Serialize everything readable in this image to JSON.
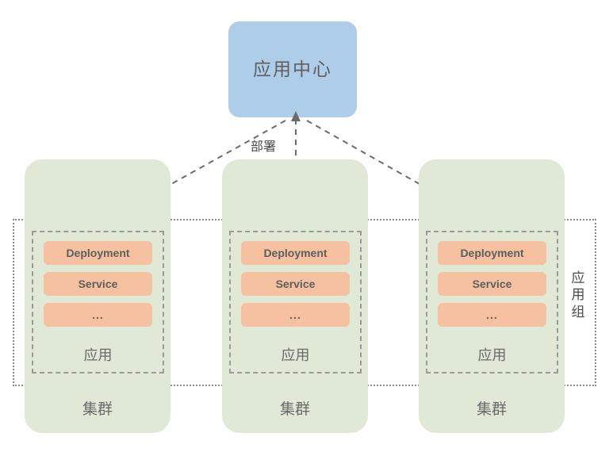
{
  "diagram": {
    "title_box": {
      "label": "应用中心",
      "color": "#aecde8"
    },
    "edge_label": "部署",
    "group": {
      "label": "应用组",
      "border_color": "#8c8c8c"
    },
    "clusters": [
      {
        "label": "集群",
        "color": "#dfe9d5",
        "app": {
          "label": "应用",
          "resources": [
            "Deployment",
            "Service",
            "..."
          ]
        }
      },
      {
        "label": "集群",
        "color": "#dfe9d5",
        "app": {
          "label": "应用",
          "resources": [
            "Deployment",
            "Service",
            "..."
          ]
        }
      },
      {
        "label": "集群",
        "color": "#dfe9d5",
        "app": {
          "label": "应用",
          "resources": [
            "Deployment",
            "Service",
            "..."
          ]
        }
      }
    ],
    "colors": {
      "resource_pill": "#f5c1a0",
      "cluster_fill": "#dfe9d5",
      "center_fill": "#aecde8",
      "arrow": "#6b6b6b",
      "text": "#5f5f5f"
    }
  }
}
